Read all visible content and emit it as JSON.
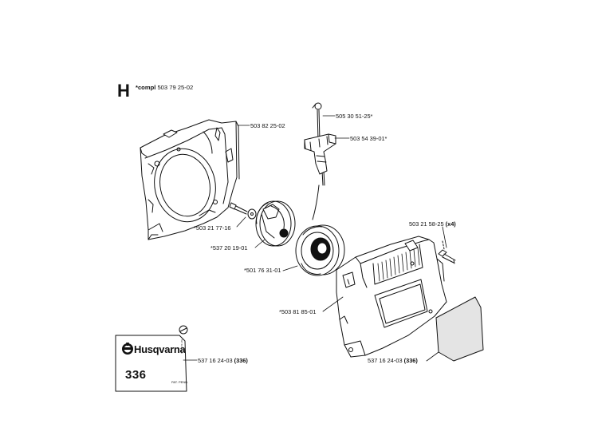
{
  "section": {
    "letter": "H",
    "complete_label": "*compl",
    "complete_part": "503 79 25-02"
  },
  "parts": [
    {
      "id": "fan-housing",
      "number": "503 82 25-02",
      "qty": ""
    },
    {
      "id": "starter-rope",
      "number": "505 30 51-25*",
      "qty": ""
    },
    {
      "id": "starter-handle",
      "number": "503 54 39-01*",
      "qty": ""
    },
    {
      "id": "screw",
      "number": "*503 21 77-16",
      "qty": ""
    },
    {
      "id": "pulley",
      "number": "*537 20 19-01",
      "qty": ""
    },
    {
      "id": "starter-spring",
      "number": "*501 76 31-01",
      "qty": ""
    },
    {
      "id": "bolt",
      "number": "503 21 58-25",
      "qty": "(x4)"
    },
    {
      "id": "starter-cover",
      "number": "*503 81 85-01",
      "qty": ""
    },
    {
      "id": "decal-left",
      "number": "537 16 24-03",
      "qty": "(336)"
    },
    {
      "id": "decal-right",
      "number": "537 16 24-03",
      "qty": "(336)"
    }
  ],
  "decal": {
    "brand": "Husqvarna",
    "model": "336",
    "code": "PAT. PEND.",
    "vertical_code": "537 16 24-03"
  }
}
